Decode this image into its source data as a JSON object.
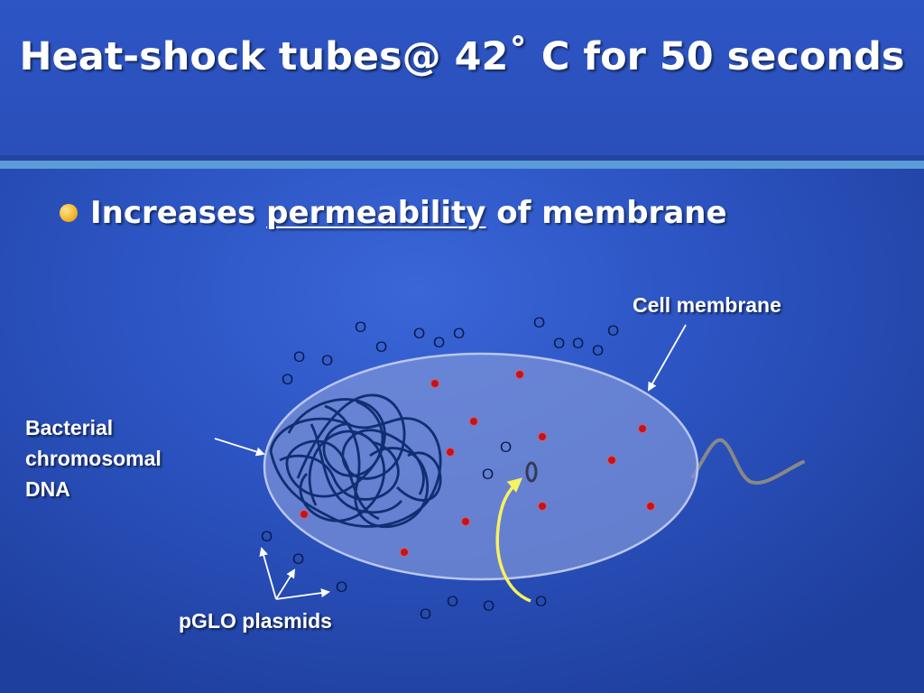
{
  "title": "Heat-shock tubes@ 42˚  C for 50 seconds",
  "bullet": {
    "text_before": "Increases ",
    "underlined": "permeability",
    "text_after": " of membrane"
  },
  "labels": {
    "cell_membrane": "Cell membrane",
    "dna_lines": [
      "Bacterial",
      "chromosomal",
      "DNA"
    ],
    "pglo_plasmids": "pGLO plasmids"
  },
  "plasmid_glyph": "O",
  "colors": {
    "background": "#2c54c2",
    "title_text": "#ffffff",
    "accent_rule": "#5b9bd8",
    "bullet": "#f4b42a",
    "cell_fill": "#7d93d8",
    "dna_strand": "#0f2f72",
    "red_dot": "#c0141e",
    "arrow_yellow": "#f7f260",
    "flagellum": "#888888"
  }
}
